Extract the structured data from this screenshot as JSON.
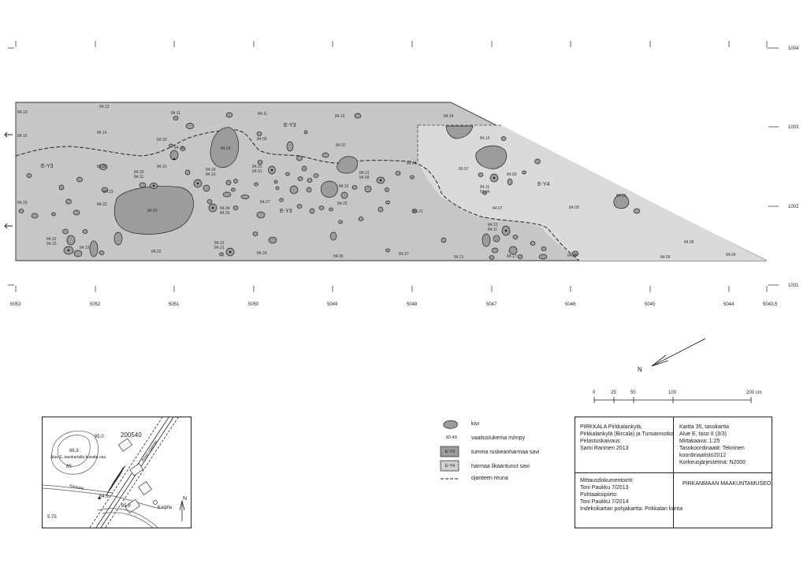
{
  "grid": {
    "right_labels": [
      "1004",
      "1003",
      "1002",
      "1001"
    ],
    "bottom_labels": [
      "5053",
      "5052",
      "5051",
      "5050",
      "5049",
      "5048",
      "5047",
      "5046",
      "5045",
      "5044",
      "5043,5"
    ]
  },
  "units": {
    "E-Y3": "E-Y3",
    "E-Y4": "E-Y4"
  },
  "elevations": [
    "84.13",
    "84.12",
    "84.11",
    "84.11",
    "84.16",
    "84.24",
    "84.16",
    "84.14",
    "84.05",
    "84.07",
    "84.15",
    "84.20",
    "84.10",
    "84.20",
    "84.33",
    "84.11",
    "84.24",
    "84.10",
    "84.25",
    "84.01",
    "84.21",
    "84.09",
    "84.04",
    "84.31",
    "84.23",
    "84.23",
    "84.22",
    "84.27",
    "84.25",
    "84.34",
    "84.25",
    "84.21",
    "84.32",
    "84.15",
    "84.22",
    "84.22",
    "84.31",
    "84.21",
    "84.29",
    "84.30",
    "84.27",
    "84.21",
    "84.22",
    "84.11",
    "84.17",
    "84.06",
    "84.06",
    "84.06",
    "84.09",
    "84.07",
    "84.09",
    "84.00",
    "83.97",
    "84.11",
    "83.94",
    "84.15",
    "84.16",
    "84.24",
    "84.92"
  ],
  "north_label": "N",
  "scale": {
    "ticks": [
      "0",
      "25",
      "50",
      "100",
      "200 cm"
    ]
  },
  "legend": {
    "items": [
      {
        "text": "kivi"
      },
      {
        "sample": "83.49",
        "text": "vaaitusIukema m/mpy"
      },
      {
        "sample": "E-Y3",
        "text": "tumma ruskeanharmaa savi"
      },
      {
        "sample": "E-Y4",
        "text": "harmaa likaantunut savi"
      },
      {
        "text": "ojanteen reuna"
      }
    ]
  },
  "inset": {
    "labels": [
      "85,0",
      "86,3",
      "85",
      "200540",
      "Alue E, tasokartalla kuvattu osa",
      "Anian mäentie",
      "Kantatie",
      "84,6",
      "85,9",
      "Kaipila",
      "5:75",
      "N"
    ]
  },
  "title_block": {
    "left_top": [
      "PIRKKALA Pirkkalankylä,",
      "Pirkkalankylä (Bircala) ja Tursiannotko",
      "",
      "Pelastuskaivaus",
      "",
      "Sami Raninen 2013"
    ],
    "right_top": [
      "Kartta 35, tasokartta",
      "",
      "Alue E, taso II (3/3)",
      "",
      "Mittakaava: 1:25",
      "Tasokoordinaatit: Tekninen",
      "koordinaatisto2012",
      "Korkeusjärjestelmä: N2000"
    ],
    "left_bottom": [
      "Mittausdokumentointi:",
      "Toni Paukku 7/2013",
      "",
      "Puhtaaksipiirto:",
      "Toni Paukku 7/2014",
      "",
      "Indeksikartan pohjakartta: Pirkkalan kunta"
    ],
    "right_bottom": [
      "PIRKANMAAN MAAKUNTAMUSEO"
    ]
  }
}
